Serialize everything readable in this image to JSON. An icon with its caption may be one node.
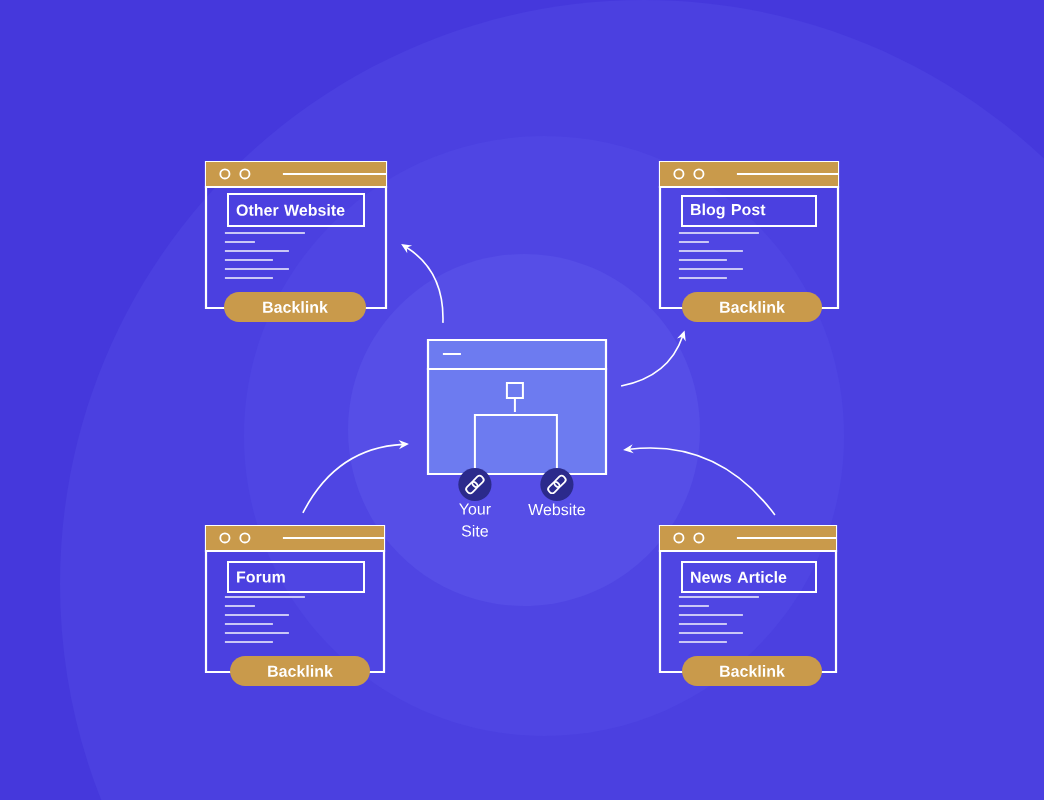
{
  "diagram": {
    "nodes": [
      {
        "text": [],
        "shape": "box"
      },
      {
        "text": [
          "Other Website"
        ],
        "in": 0
      },
      {
        "text": [
          "Backlink"
        ]
      },
      {
        "text": [],
        "shape": "box"
      },
      {
        "text": [
          "Blog Post"
        ],
        "in": 3
      },
      {
        "text": [
          "Backlink"
        ]
      },
      {
        "text": [],
        "shape": "box",
        "beside": [
          "Your Site",
          "Website"
        ]
      },
      {
        "text": [],
        "shape": "box"
      },
      {
        "text": [
          "Forum"
        ],
        "in": 7
      },
      {
        "text": [
          "Backlink"
        ]
      },
      {
        "text": [],
        "shape": "box"
      },
      {
        "text": [
          "News Article"
        ],
        "in": 10
      },
      {
        "text": [
          "Backlink"
        ]
      }
    ],
    "edges": [
      {
        "from": 6,
        "to": 0,
        "arrow": "to"
      },
      {
        "from": 6,
        "to": 5,
        "arrow": "to"
      },
      {
        "from": 7,
        "to": 6,
        "arrow": "to"
      },
      {
        "from": 10,
        "to": 6,
        "arrow": "to"
      }
    ]
  }
}
